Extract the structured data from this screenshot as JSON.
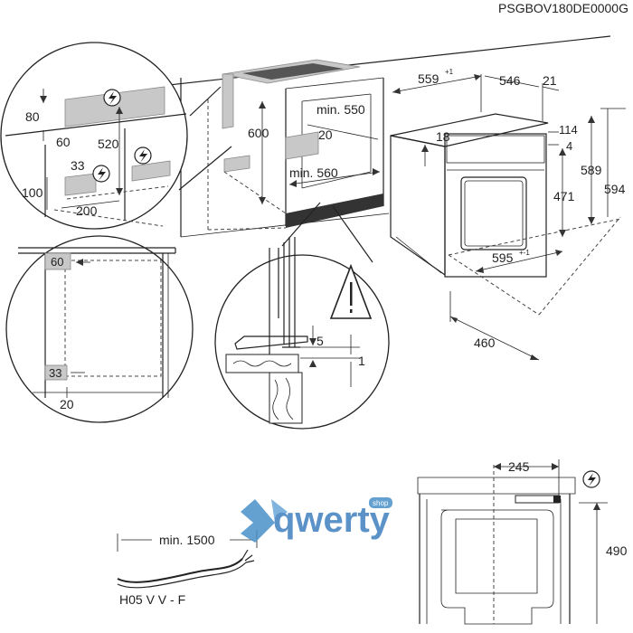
{
  "model_code": "PSGBOV180DE0000G",
  "watermark": {
    "text": "qwerty",
    "badge": "shop"
  },
  "cable": {
    "min_length": "min. 1500",
    "type": "H05 V V - F"
  },
  "cabinet": {
    "height": "600",
    "depth": "min. 550",
    "width": "min. 560",
    "vent": "20"
  },
  "oven": {
    "depth_total": "559",
    "depth_total_tol": "+1",
    "depth_body": "546",
    "front": "21",
    "top_gap": "18",
    "top_offset": "114",
    "top_step": "4",
    "door_height": "471",
    "body_height": "589",
    "total_height": "594",
    "width": "595",
    "width_tol": "+-1",
    "depth_bottom": "460"
  },
  "detail_left": {
    "h80": "80",
    "h60": "60",
    "h520": "520",
    "h33": "33",
    "h100": "100",
    "w200": "200"
  },
  "detail_front": {
    "top": "60",
    "bottom": "33",
    "side": "20"
  },
  "detail_section": {
    "gap5": "5",
    "gap1": "1"
  },
  "rear_view": {
    "width": "245",
    "height": "490"
  },
  "icons": [
    "electric-connection-icon",
    "warning-icon"
  ]
}
